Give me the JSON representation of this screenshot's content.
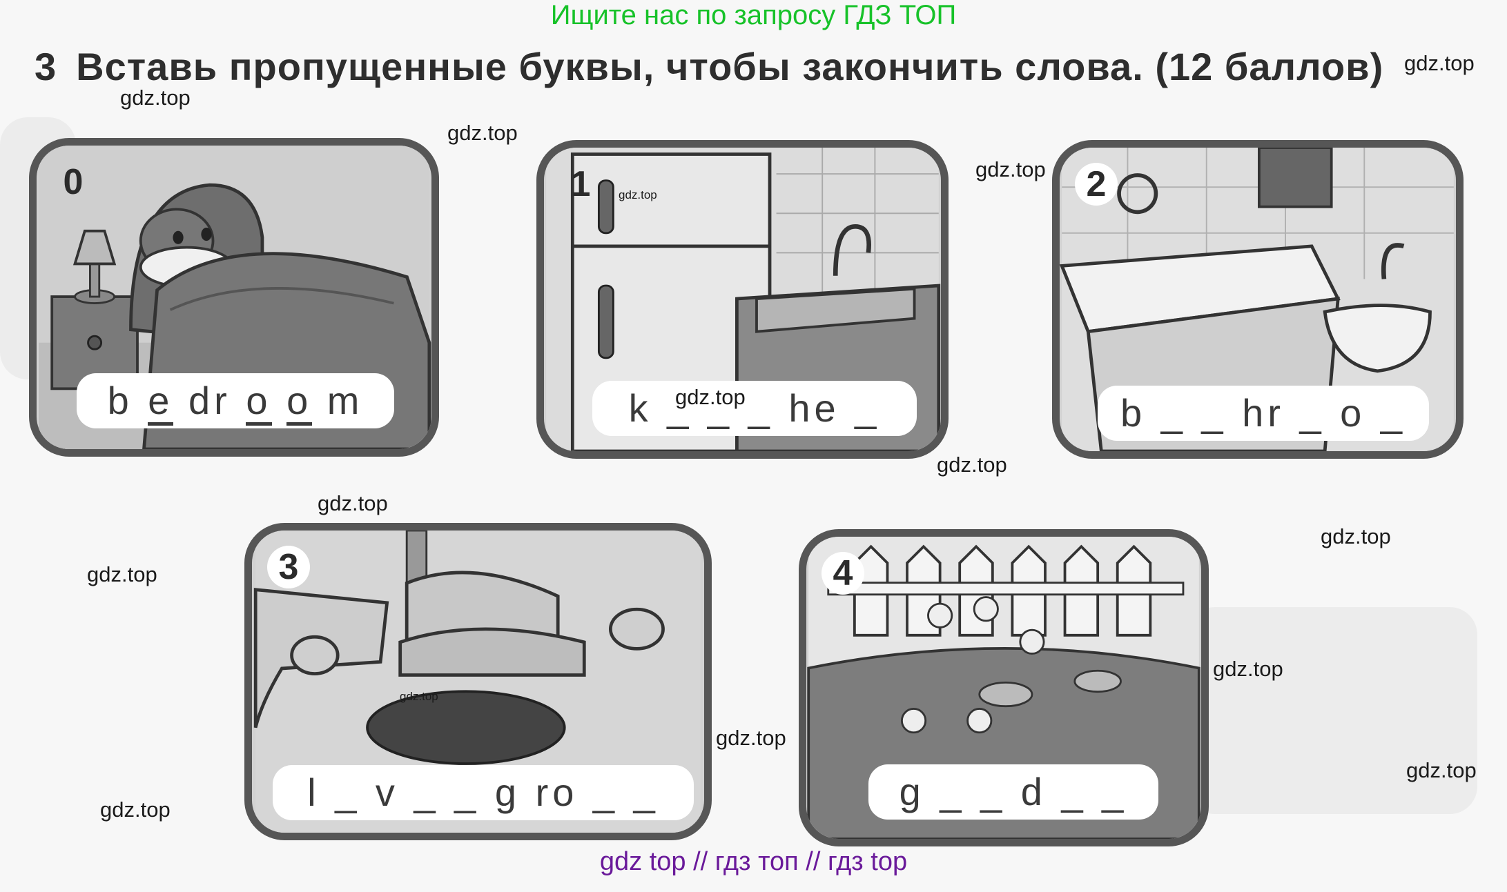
{
  "banner_top": "Ищите нас по запросу ГДЗ ТОП",
  "exercise": {
    "number": "3",
    "instruction": "Вставь пропущенные буквы, чтобы закончить слова. (12 баллов)"
  },
  "panels": [
    {
      "number": "0",
      "scene": "bedroom",
      "word": "b e dr o o m"
    },
    {
      "number": "1",
      "scene": "kitchen",
      "word": "k _ _ _ he _"
    },
    {
      "number": "2",
      "scene": "bathroom",
      "word": "b _ _ hr _ o _"
    },
    {
      "number": "3",
      "scene": "living room",
      "word": "l _ v _ _ g ro _ _"
    },
    {
      "number": "4",
      "scene": "garden",
      "word": "g _ _ d _ _"
    }
  ],
  "watermark": "gdz.top",
  "banner_bottom": "gdz top  //  гдз топ  //  гдз top",
  "colors": {
    "banner_top": "#17c229",
    "banner_bottom": "#6a1a9a",
    "frame": "#565656"
  }
}
